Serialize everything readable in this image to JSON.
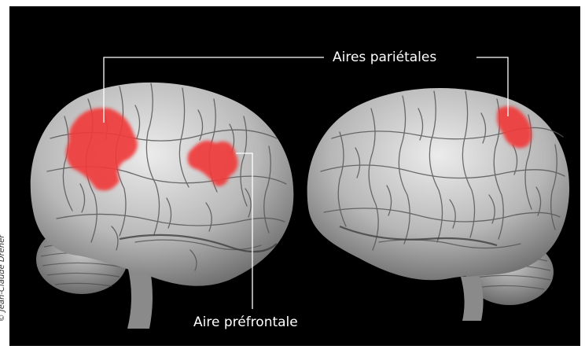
{
  "labels": {
    "parietal": "Aires pariétales",
    "prefrontal": "Aire préfrontale"
  },
  "credit": "© Jean-Claude Dreher",
  "colors": {
    "background": "#000000",
    "activation": "#f03a3a",
    "brain_light": "#e2e2e2",
    "brain_dark": "#6e6e6e",
    "label": "#ffffff"
  }
}
